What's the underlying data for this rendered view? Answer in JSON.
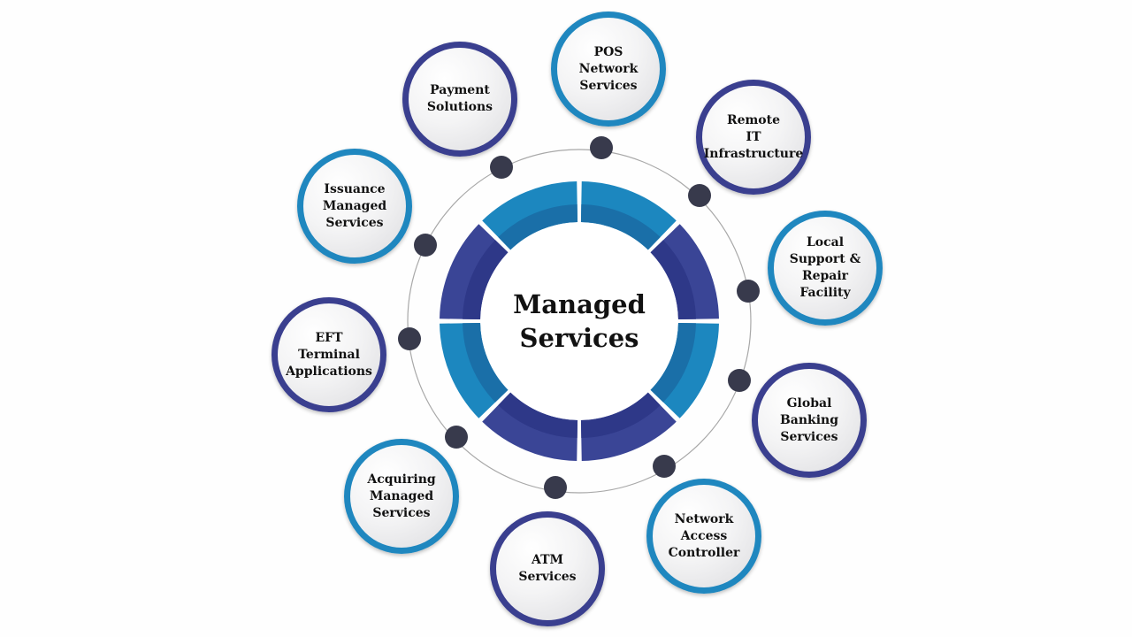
{
  "center": {
    "title": "Managed\nServices"
  },
  "colors": {
    "light_segment": "#1c87bf",
    "light_inner": "#1a6fa8",
    "dark_segment": "#3a4596",
    "dark_inner": "#2e3888",
    "dot": "#383a4c",
    "ring": "#a8a8a8",
    "bubble_blue": "#1f87bf",
    "bubble_navy": "#3a3f8f"
  },
  "services": [
    {
      "label": "POS\nNetwork\nServices",
      "color": "blue"
    },
    {
      "label": "Payment\nSolutions",
      "color": "navy"
    },
    {
      "label": "Remote\nIT\nInfrastructure",
      "color": "navy"
    },
    {
      "label": "Issuance\nManaged\nServices",
      "color": "blue"
    },
    {
      "label": "Local\nSupport &\nRepair\nFacility",
      "color": "blue"
    },
    {
      "label": "EFT\nTerminal\nApplications",
      "color": "navy"
    },
    {
      "label": "Global\nBanking\nServices",
      "color": "navy"
    },
    {
      "label": "Acquiring\nManaged\nServices",
      "color": "blue"
    },
    {
      "label": "Network\nAccess\nController",
      "color": "blue"
    },
    {
      "label": "ATM\nServices",
      "color": "navy"
    }
  ]
}
